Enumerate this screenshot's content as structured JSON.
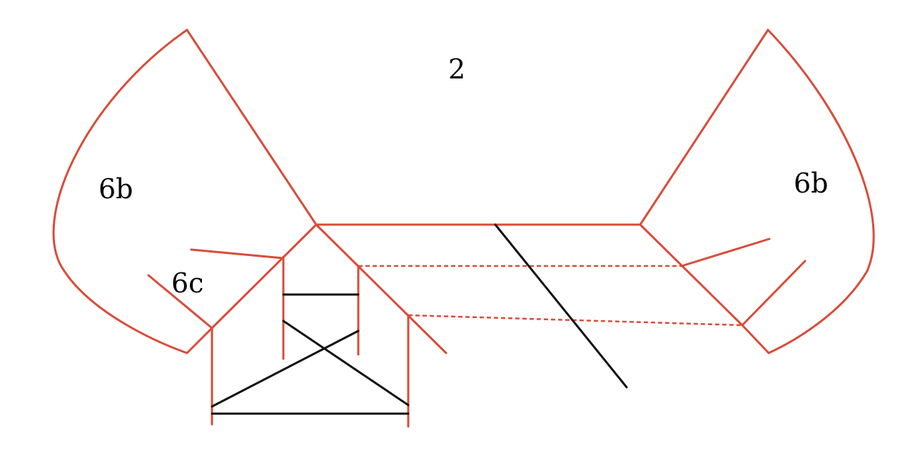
{
  "diagram": {
    "labels": {
      "top_center": "2",
      "left_lobe": "6b",
      "right_lobe": "6b",
      "left_small": "6c"
    },
    "colors": {
      "outline": "#d94c39",
      "connector": "#111111",
      "background": "#ffffff"
    }
  }
}
